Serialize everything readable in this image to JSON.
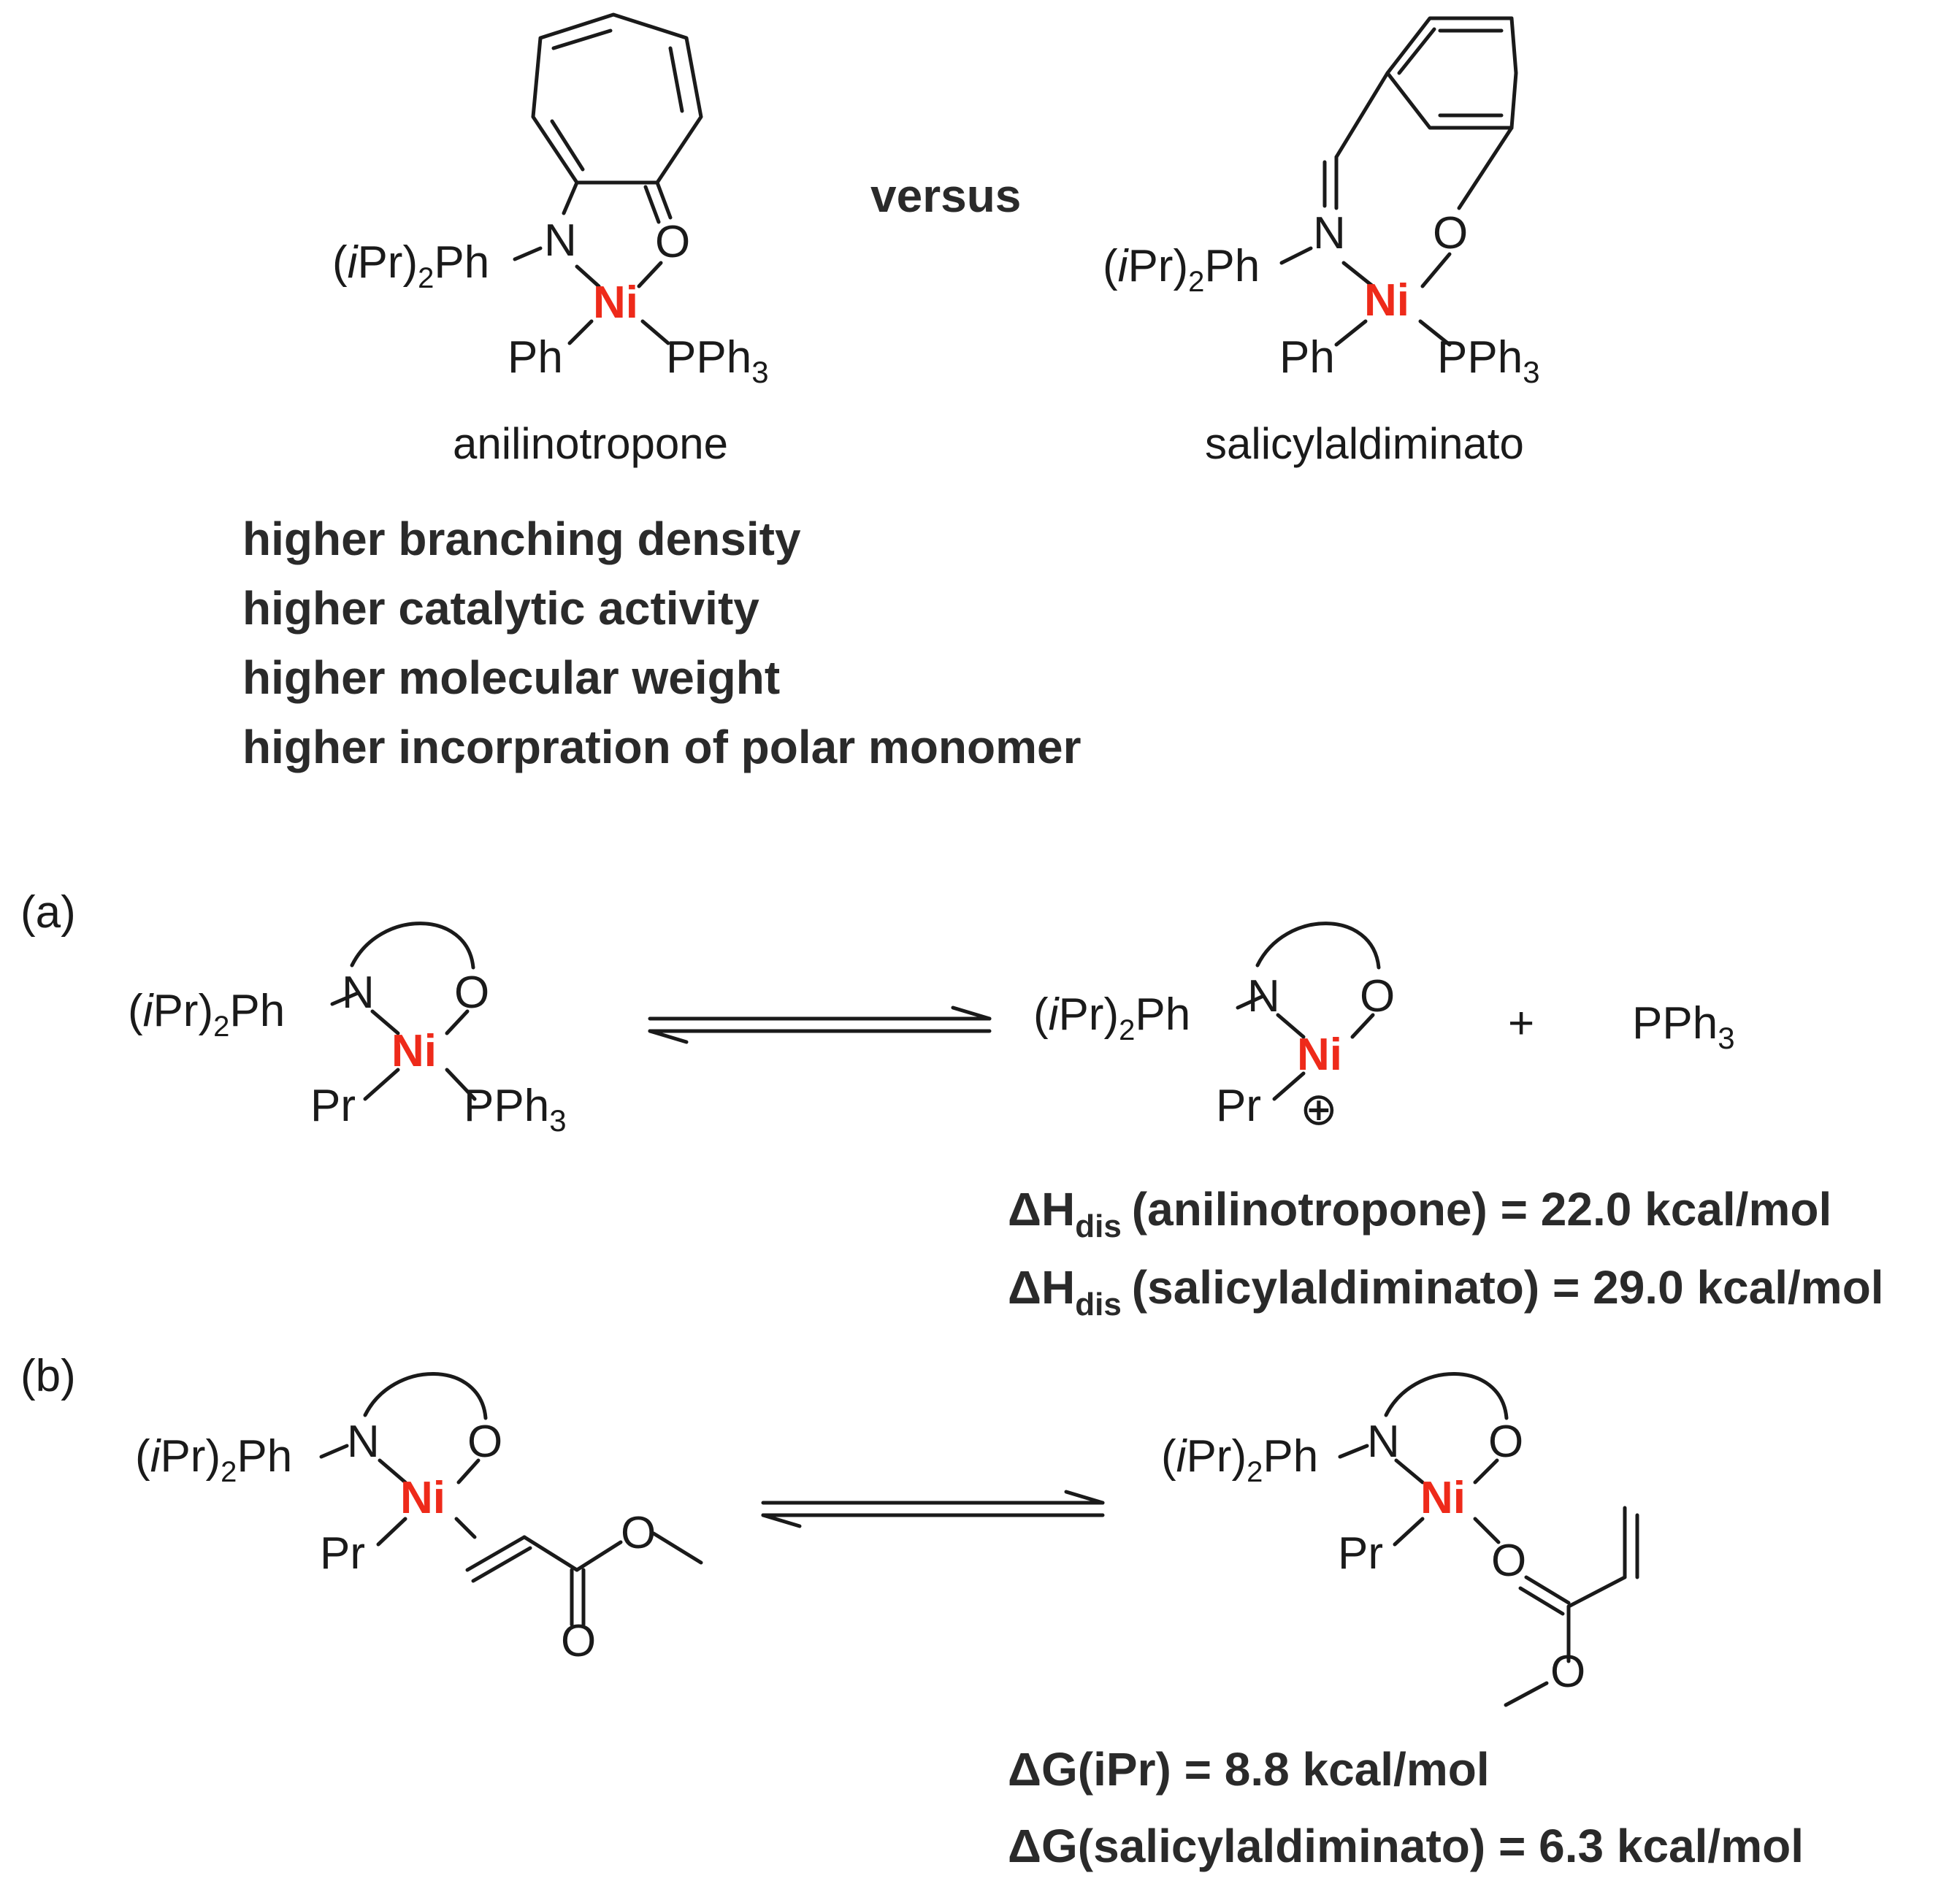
{
  "top": {
    "left_label": "anilinotropone",
    "right_label": "salicylaldiminato",
    "versus": "versus",
    "bullets": [
      "higher branching density",
      "higher catalytic activity",
      "higher molecular weight",
      "higher incorpration of polar monomer"
    ]
  },
  "atoms": {
    "ligand_prefix_open": "(",
    "ligand_prefix_i": "i",
    "ligand_prefix_rest": "Pr)",
    "ligand_prefix_sub": "2",
    "ligand_prefix_tail": "Ph",
    "N": "N",
    "O": "O",
    "Ni": "Ni",
    "Ph": "Ph",
    "PPh": "PPh",
    "sub3": "3",
    "Pr": "Pr",
    "plus": "+",
    "charge": "⊕"
  },
  "panel_a": {
    "label": "(a)",
    "dh_symbol": "ΔH",
    "dh_sub": "dis",
    "line1": "(anilinotropone) = 22.0 kcal/mol",
    "line2": "(salicylaldiminato) = 29.0 kcal/mol"
  },
  "panel_b": {
    "label": "(b)",
    "line1": "ΔG(iPr) = 8.8 kcal/mol",
    "line2": "ΔG(salicylaldiminato) = 6.3 kcal/mol"
  },
  "colors": {
    "nickel": "#ee2a1a",
    "text": "#1a1a1a"
  }
}
